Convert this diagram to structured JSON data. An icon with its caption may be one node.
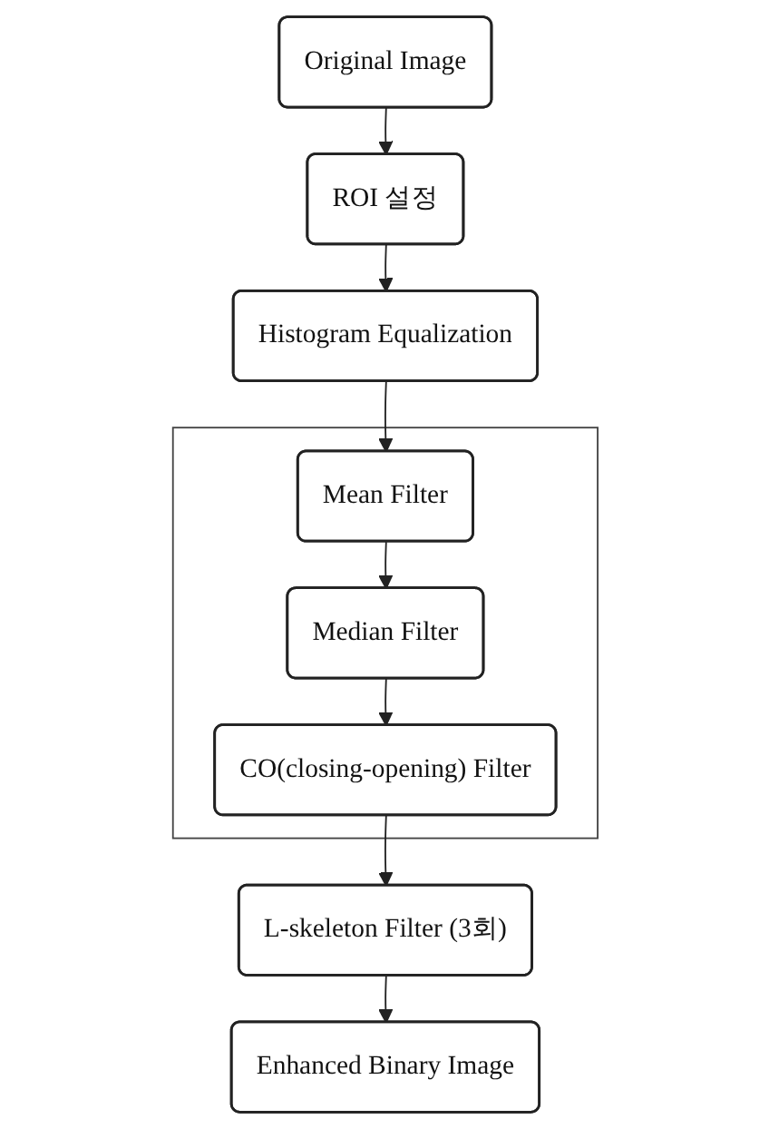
{
  "diagram": {
    "nodes": [
      {
        "text": [
          "Original Image"
        ]
      },
      {
        "text": [
          "ROI 설정"
        ]
      },
      {
        "text": [
          "Histogram Equalization"
        ]
      },
      {
        "text": [],
        "shape": "box"
      },
      {
        "text": [
          "Mean Filter"
        ],
        "in": 3
      },
      {
        "text": [
          "Median Filter"
        ],
        "in": 3
      },
      {
        "text": [
          "CO(closing-opening) Filter"
        ],
        "in": 3
      },
      {
        "text": [
          "L-skeleton Filter (3회)"
        ]
      },
      {
        "text": [
          "Enhanced Binary Image"
        ]
      }
    ],
    "edges": [
      {
        "from": 0,
        "to": 1,
        "arrow": "to"
      },
      {
        "from": 1,
        "to": 2,
        "arrow": "to"
      },
      {
        "from": 2,
        "to": 4,
        "arrow": "to"
      },
      {
        "from": 4,
        "to": 5,
        "arrow": "to"
      },
      {
        "from": 5,
        "to": 6,
        "arrow": "to"
      },
      {
        "from": 6,
        "to": 7,
        "arrow": "to"
      },
      {
        "from": 7,
        "to": 8,
        "arrow": "to"
      }
    ]
  }
}
